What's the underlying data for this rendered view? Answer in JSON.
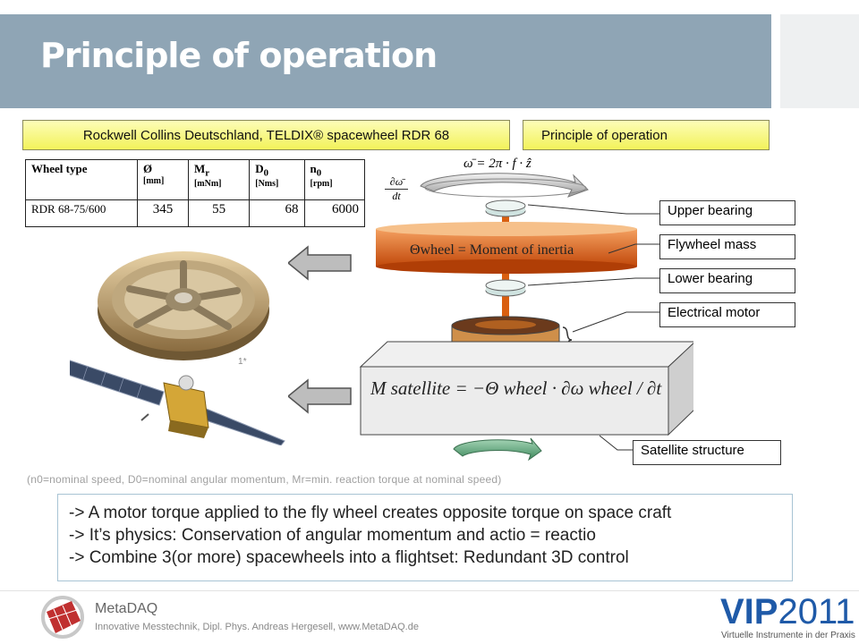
{
  "slide": {
    "title": "Principle of operation",
    "left_box": "Rockwell Collins Deutschland, TELDIX® spacewheel RDR 68",
    "right_box": "Principle of operation"
  },
  "table": {
    "headers": [
      {
        "label": "Wheel type",
        "unit": ""
      },
      {
        "label": "Ø",
        "unit": "[mm]"
      },
      {
        "label": "Mr",
        "unit": "[mNm]"
      },
      {
        "label": "D0",
        "unit": "[Nms]"
      },
      {
        "label": "n0",
        "unit": "[rpm]"
      }
    ],
    "row": [
      "RDR 68-75/600",
      "345",
      "55",
      "68",
      "6000"
    ]
  },
  "image_caption": "1*",
  "diagram": {
    "omega_formula": "ω̄ = 2π · f · ẑ",
    "domega_top": "∂ω̄",
    "domega_bottom": "dt",
    "inertia": "Θwheel = Moment of inertia",
    "labels": {
      "upper_bearing": "Upper bearing",
      "flywheel_mass": "Flywheel mass",
      "lower_bearing": "Lower bearing",
      "electrical_motor": "Electrical motor",
      "satellite_structure": "Satellite structure"
    },
    "equation": "M satellite = −Θ wheel · ∂ω wheel / ∂t"
  },
  "note": "(n0=nominal speed, D0=nominal angular momentum, Mr=min. reaction torque at nominal speed)",
  "bullets": [
    "-> A motor torque applied to the fly wheel creates opposite torque on space craft",
    "-> It’s physics: Conservation of angular momentum and actio = reactio",
    "-> Combine 3(or more) spacewheels into a flightset: Redundant 3D control"
  ],
  "footer": {
    "company": "MetaDAQ",
    "tagline": "Innovative Messtechnik, Dipl. Phys. Andreas Hergesell, www.MetaDAQ.de",
    "event_prefix": "VIP",
    "event_year": "2011",
    "event_sub": "Virtuelle Instrumente in der Praxis"
  },
  "colors": {
    "header": "#8fa5b5",
    "flywheel": "#e06a1e",
    "arrow_green": "#4f9a70",
    "vip_blue": "#1f5aa8"
  }
}
